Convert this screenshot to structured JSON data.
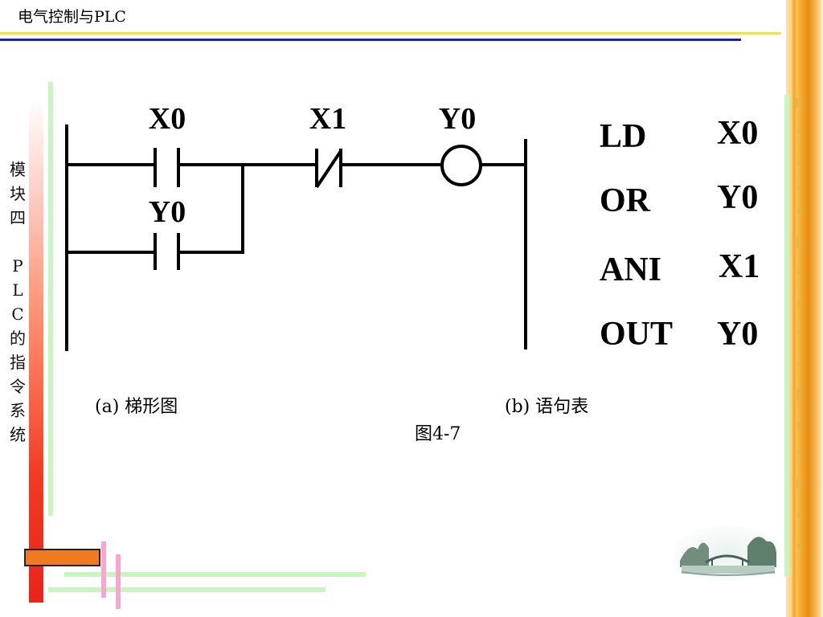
{
  "header": {
    "title": "电气控制与PLC"
  },
  "sidebar": {
    "vertical_title": [
      "模",
      "块",
      "四",
      "",
      "P",
      "L",
      "C",
      "的",
      "指",
      "令",
      "系",
      "统"
    ]
  },
  "ladder_diagram": {
    "contacts": [
      {
        "label": "X0",
        "type": "normally-open"
      },
      {
        "label": "Y0",
        "type": "normally-open"
      },
      {
        "label": "X1",
        "type": "normally-closed"
      }
    ],
    "coil": {
      "label": "Y0"
    }
  },
  "instruction_list": [
    {
      "op": "LD",
      "operand": "X0"
    },
    {
      "op": "OR",
      "operand": "Y0"
    },
    {
      "op": "ANI",
      "operand": "X1"
    },
    {
      "op": "OUT",
      "operand": "Y0"
    }
  ],
  "captions": {
    "a": "(a) 梯形图",
    "b": "(b) 语句表",
    "figure": "图4-7"
  },
  "colors": {
    "header_blue": "#1a1fb5",
    "header_yellow": "#f2e43a",
    "accent_orange": "#f07a20",
    "accent_red": "#e8241a",
    "accent_green": "#c9f5c3"
  }
}
